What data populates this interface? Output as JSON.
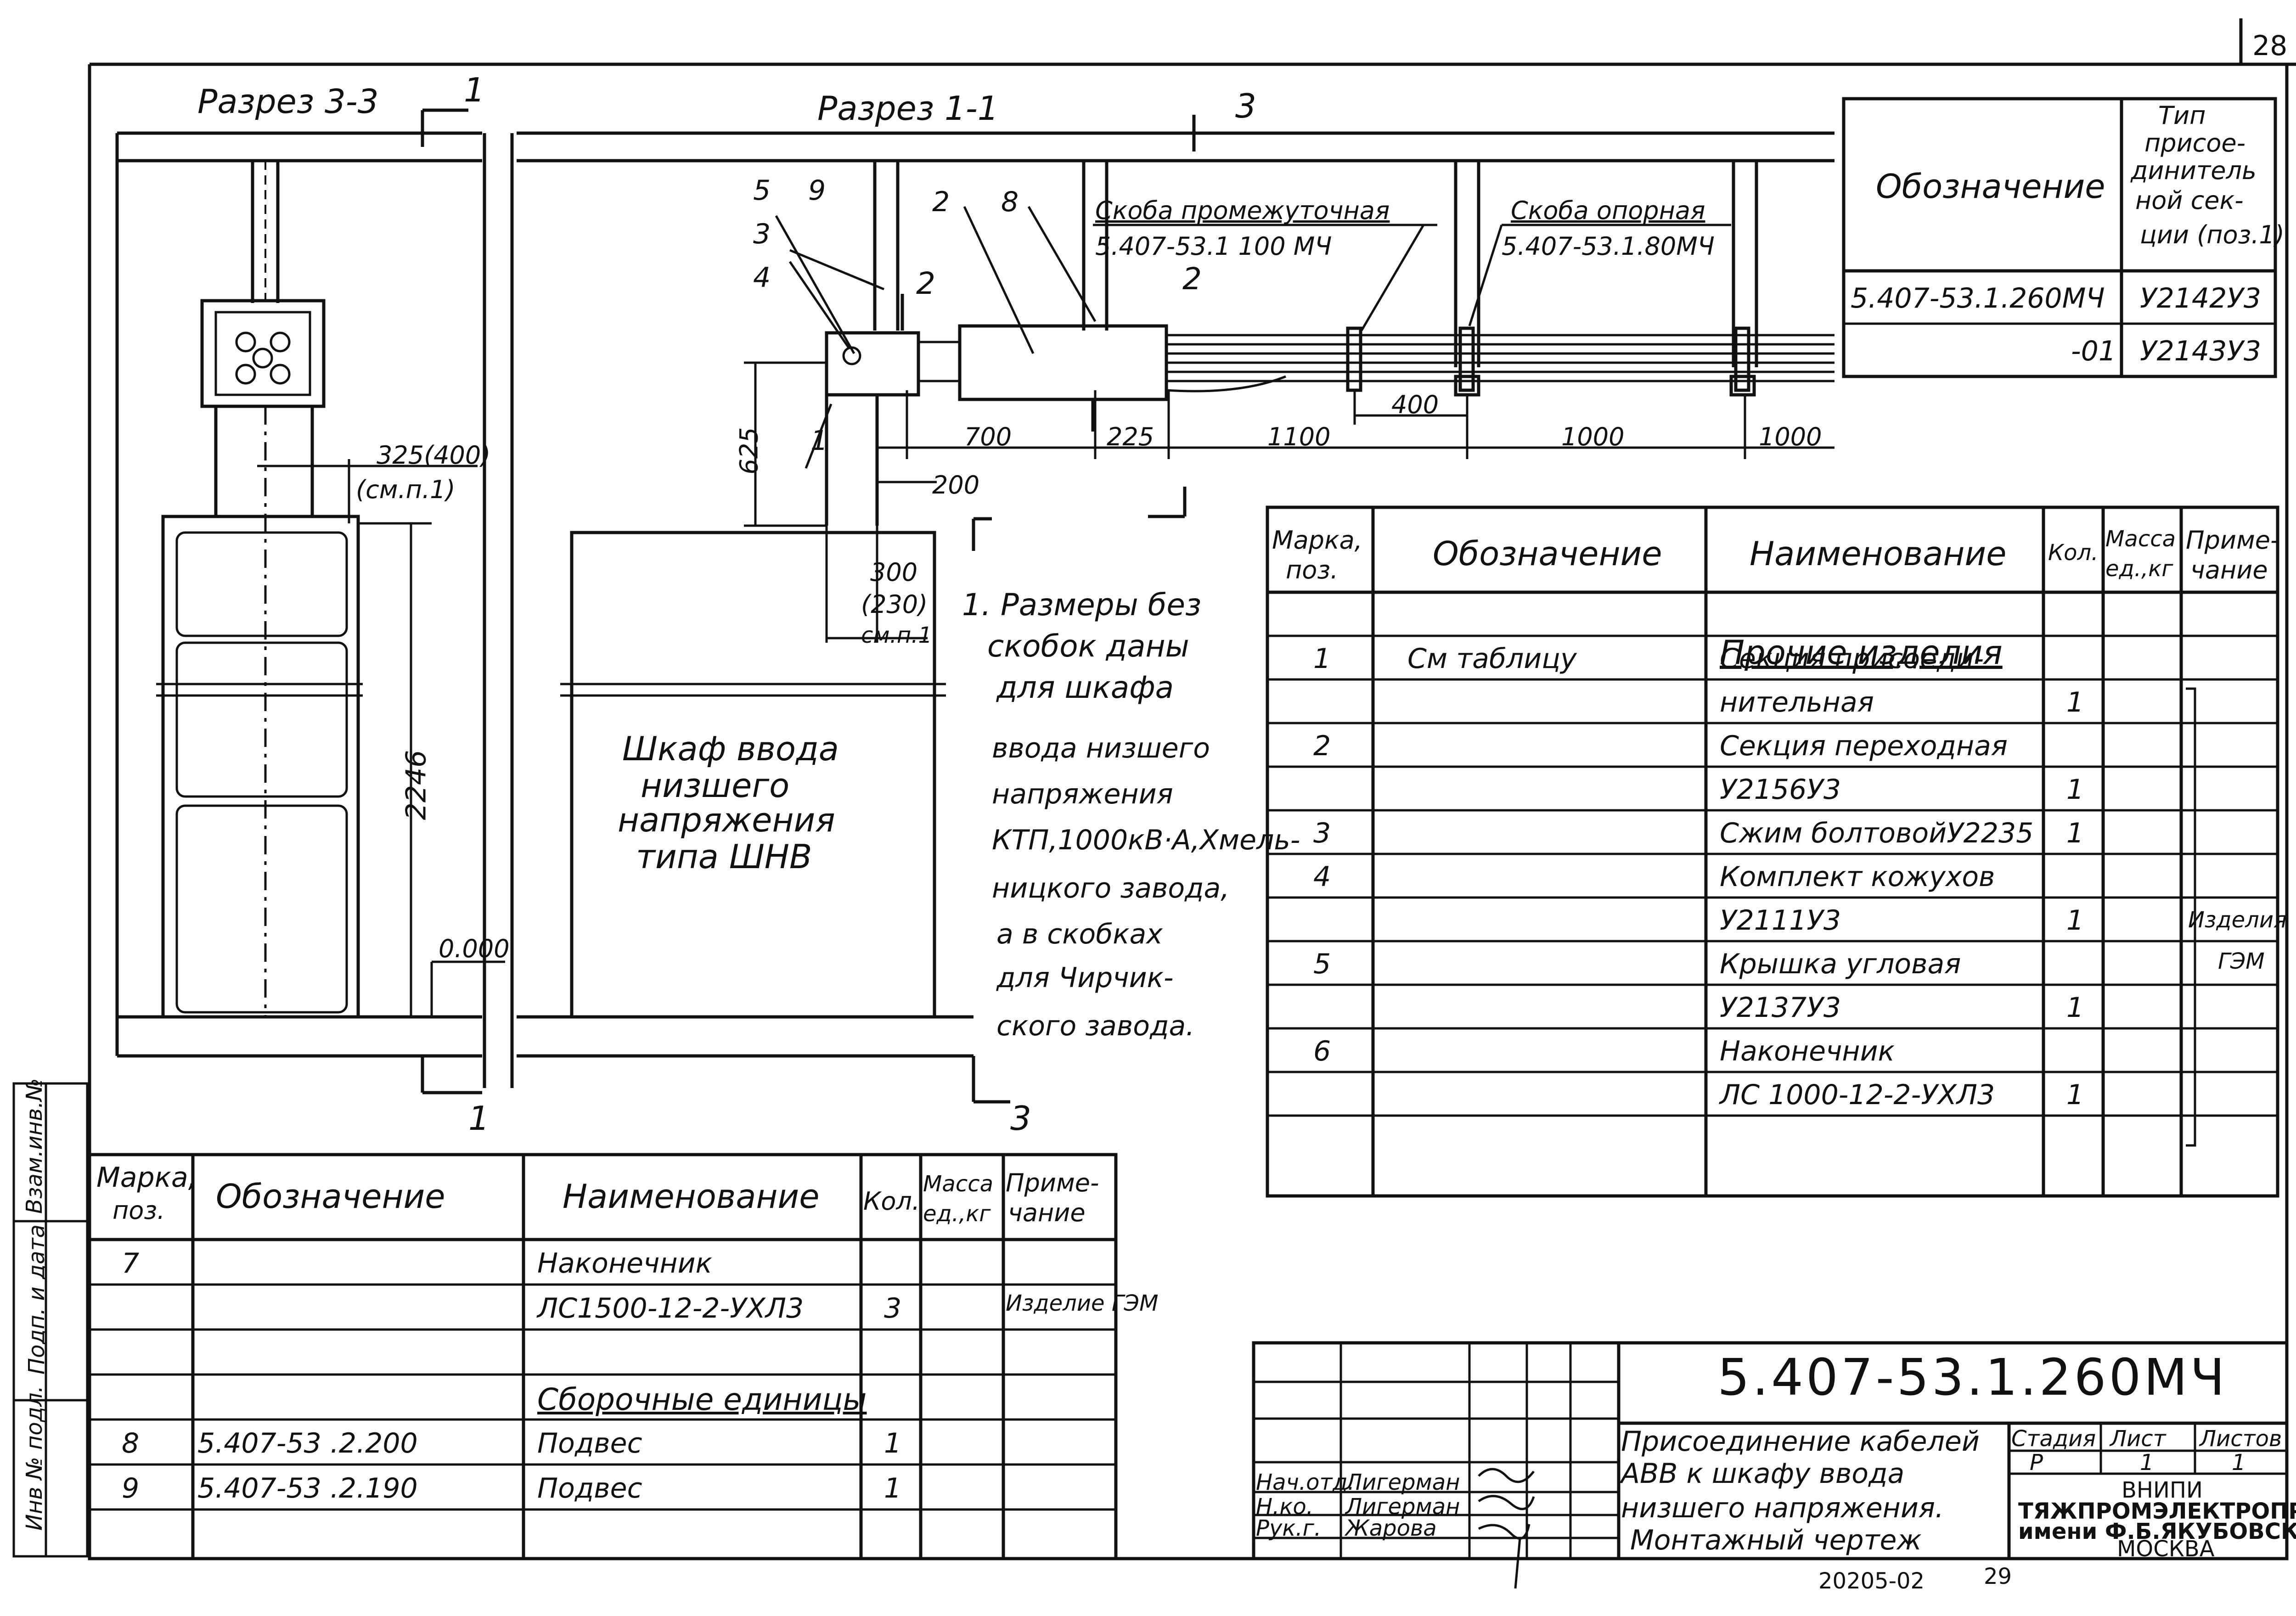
{
  "page_number": "28",
  "views": {
    "section_3_3": {
      "title": "Разрез 3-3",
      "marker": "1",
      "marker_bottom": "1"
    },
    "section_1_1": {
      "title": "Разрез 1-1",
      "marker": "3",
      "marker_bottom": "3"
    }
  },
  "callouts": {
    "scoba_intermediate": {
      "label": "Скоба промежуточная",
      "code": "5.407-53.1 100 МЧ"
    },
    "scoba_support": {
      "label": "Скоба опорная",
      "code": "5.407-53.1.80МЧ"
    },
    "section_2_2": "2"
  },
  "position_numbers": [
    "5",
    "9",
    "2",
    "8",
    "3",
    "4",
    "1"
  ],
  "dimensions": {
    "d_325_400": "325(400)",
    "d_cm_p1": "(см.п.1)",
    "d_2246": "2246",
    "d_0000": "0.000",
    "d_625": "625",
    "d_700": "700",
    "d_225": "225",
    "d_1100": "1100",
    "d_400": "400",
    "d_1000a": "1000",
    "d_1000b": "1000",
    "d_200": "200",
    "d_300": "300",
    "d_230": "(230)",
    "d_cmp1": "см.п.1"
  },
  "cabinet_label": [
    "Шкаф ввода",
    "низшего",
    "напряжения",
    "типа ШНВ"
  ],
  "note_lines": [
    "1. Размеры без",
    "скобок даны",
    "для шкафа",
    "ввода низшего",
    "напряжения",
    "КТП,1000кВ·А,Хмель-",
    "ницкого завода,",
    "а в скобках",
    "для Чирчик-",
    "ского завода."
  ],
  "type_table": {
    "header_left": "Обозначение",
    "header_right": [
      "Тип",
      "присое-",
      "динитель",
      "ной сек-",
      "ции (поз.1)"
    ],
    "rows": [
      {
        "designation": "5.407-53.1.260МЧ",
        "type": "У2142У3"
      },
      {
        "designation": "-01",
        "type": "У2143У3"
      }
    ]
  },
  "spec_right": {
    "headers": {
      "pos": [
        "Марка,",
        "поз."
      ],
      "designation": "Обозначение",
      "name": "Наименование",
      "qty": "Кол.",
      "mass": [
        "Масса",
        "ед.,кг"
      ],
      "note": [
        "Приме-",
        "чание"
      ]
    },
    "section_title": "Прочие изделия",
    "rows": [
      {
        "pos": "1",
        "designation": "См таблицу",
        "name": "Секция присоеди-",
        "qty": ""
      },
      {
        "pos": "",
        "designation": "",
        "name": "нительная",
        "qty": "1"
      },
      {
        "pos": "2",
        "designation": "",
        "name": "Секция переходная",
        "qty": ""
      },
      {
        "pos": "",
        "designation": "",
        "name": "У2156У3",
        "qty": "1"
      },
      {
        "pos": "3",
        "designation": "",
        "name": "Сжим болтовойУ2235",
        "qty": "1"
      },
      {
        "pos": "4",
        "designation": "",
        "name": "Комплект кожухов",
        "qty": ""
      },
      {
        "pos": "",
        "designation": "",
        "name": "У2111У3",
        "qty": "1"
      },
      {
        "pos": "5",
        "designation": "",
        "name": "Крышка угловая",
        "qty": ""
      },
      {
        "pos": "",
        "designation": "",
        "name": "У2137У3",
        "qty": "1"
      },
      {
        "pos": "6",
        "designation": "",
        "name": "Наконечник",
        "qty": ""
      },
      {
        "pos": "",
        "designation": "",
        "name": "ЛС 1000-12-2-УХЛ3",
        "qty": "1"
      }
    ],
    "note_group": [
      "Изделия",
      "ГЭМ"
    ]
  },
  "spec_left": {
    "headers": {
      "pos": [
        "Марка,",
        "поз."
      ],
      "designation": "Обозначение",
      "name": "Наименование",
      "qty": "Кол.",
      "mass": [
        "Масса",
        "ед.,кг"
      ],
      "note": [
        "Приме-",
        "чание"
      ]
    },
    "rows": [
      {
        "pos": "7",
        "designation": "",
        "name": "Наконечник",
        "qty": "",
        "note": ""
      },
      {
        "pos": "",
        "designation": "",
        "name": "ЛС1500-12-2-УХЛ3",
        "qty": "3",
        "note": "Изделие ГЭМ"
      },
      {
        "pos": "",
        "designation": "",
        "name": "",
        "qty": "",
        "note": ""
      },
      {
        "pos": "",
        "designation": "",
        "name": "Сборочные единицы",
        "qty": "",
        "note": ""
      },
      {
        "pos": "8",
        "designation": "5.407-53 .2.200",
        "name": "Подвес",
        "qty": "1",
        "note": ""
      },
      {
        "pos": "9",
        "designation": "5.407-53 .2.190",
        "name": "Подвес",
        "qty": "1",
        "note": ""
      }
    ]
  },
  "side_stamp": [
    "Инв № подл.",
    "Подп. и дата",
    "Взам.инв.№"
  ],
  "title_block": {
    "doc_code": "5.407-53.1.260МЧ",
    "title_lines": [
      "Присоединение кабелей",
      "АВВ к шкафу ввода",
      "низшего напряжения.",
      "Монтажный чертеж"
    ],
    "stage_label": "Стадия",
    "sheet_label": "Лист",
    "sheets_label": "Листов",
    "stage": "Р",
    "sheet": "1",
    "sheets": "1",
    "org": [
      "ВНИПИ",
      "ТЯЖПРОМЭЛЕКТРОПРОЕКТ",
      "имени Ф.Б.ЯКУБОВСКОГО",
      "МОСКВА"
    ],
    "signatures": [
      {
        "role": "Нач.отд.",
        "name": "Лигерман"
      },
      {
        "role": "Н.ко.",
        "name": "Лигерман"
      },
      {
        "role": "Рук.г.",
        "name": "Жарова"
      }
    ]
  },
  "footer": {
    "album_code": "20205-02",
    "page": "29"
  }
}
